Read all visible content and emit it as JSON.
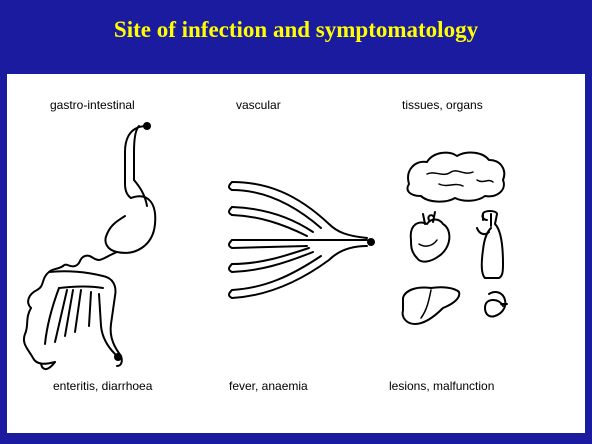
{
  "slide": {
    "title": "Site of infection and symptomatology",
    "title_color": "#ffff00",
    "background_color": "#1b1b9f"
  },
  "columns": [
    {
      "heading": "gastro-intestinal",
      "symptom": "enteritis, diarrhoea",
      "illustration": "digestive-tract"
    },
    {
      "heading": "vascular",
      "symptom": "fever, anaemia",
      "illustration": "blood-vessels"
    },
    {
      "heading": "tissues, organs",
      "symptom": "lesions, malfunction",
      "illustration": "organs",
      "organs": [
        "brain",
        "heart",
        "lungs",
        "liver",
        "kidney"
      ]
    }
  ]
}
